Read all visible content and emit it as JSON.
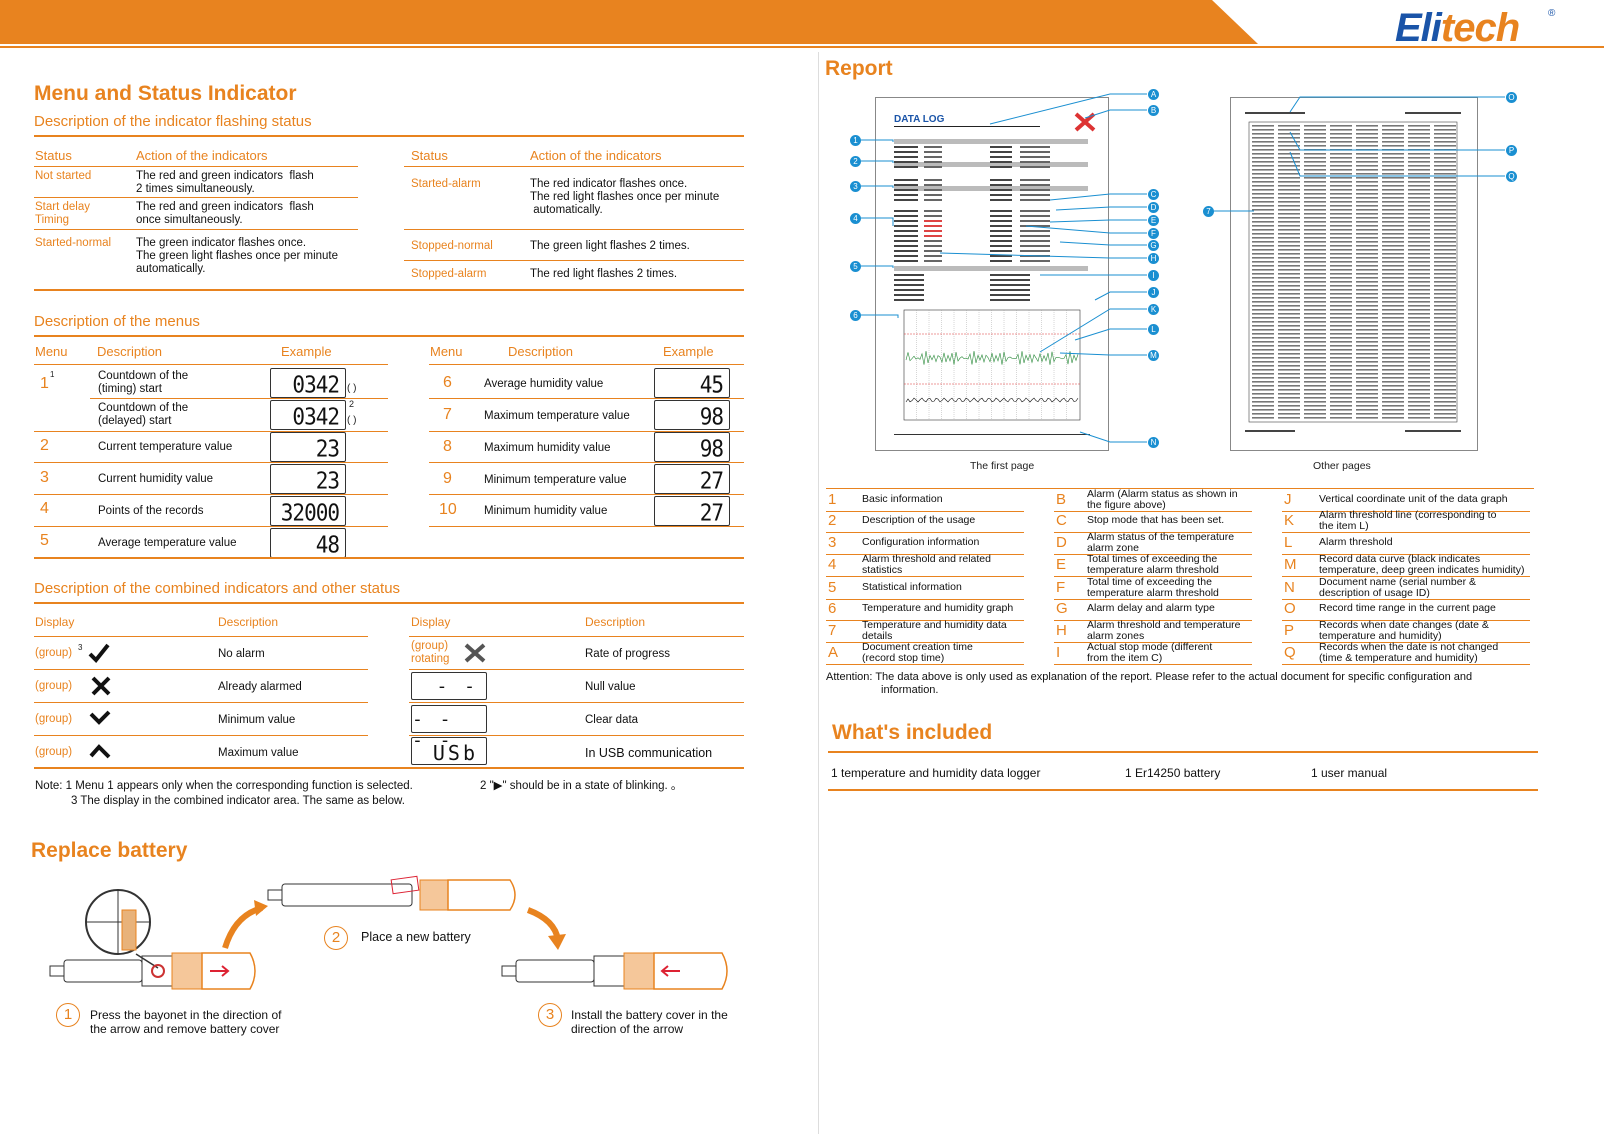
{
  "brand": {
    "logo_main": "Eli",
    "logo_accent": "tech",
    "reg": "®"
  },
  "menu_status": {
    "title": "Menu and Status Indicator",
    "subtitle": "Description of the indicator flashing status",
    "left_headers": [
      "Status",
      "Action of the indicators"
    ],
    "right_headers": [
      "Status",
      "Action of the indicators"
    ],
    "left_rows": [
      {
        "status": "Not started",
        "action": "The red and green indicators  flash\n2 times simultaneously."
      },
      {
        "status": "Start delay\nTiming",
        "action": "The red and green indicators  flash\nonce simultaneously."
      },
      {
        "status": "Started-normal",
        "action": "The green indicator flashes once.\nThe green light flashes once per minute\nautomatically."
      }
    ],
    "right_rows": [
      {
        "status": "Started-alarm",
        "action": "The red indicator flashes once.\nThe red light flashes once per minute\n automatically."
      },
      {
        "status": "Stopped-normal",
        "action": "The green light flashes 2 times."
      },
      {
        "status": "Stopped-alarm",
        "action": "The red light flashes 2 times."
      }
    ]
  },
  "menus": {
    "title": "Description of the menus",
    "headers": [
      "Menu",
      "Description",
      "Example"
    ],
    "left_rows": [
      {
        "menu": "1",
        "sup": "1",
        "desc": "Countdown of the\n(timing) start",
        "lcd": "0342",
        "suffix": "(      )"
      },
      {
        "menu": "",
        "sup": "",
        "desc": "Countdown of the\n(delayed) start",
        "lcd": "0342",
        "suffix": "(      )",
        "sup2": "2"
      },
      {
        "menu": "2",
        "sup": "",
        "desc": "Current temperature value",
        "lcd": "23"
      },
      {
        "menu": "3",
        "sup": "",
        "desc": "Current humidity value",
        "lcd": "23"
      },
      {
        "menu": "4",
        "sup": "",
        "desc": "Points of the records",
        "lcd": "32000"
      },
      {
        "menu": "5",
        "sup": "",
        "desc": "Average temperature value",
        "lcd": "48"
      }
    ],
    "right_rows": [
      {
        "menu": "6",
        "desc": "Average humidity value",
        "lcd": "45"
      },
      {
        "menu": "7",
        "desc": "Maximum temperature value",
        "lcd": "98"
      },
      {
        "menu": "8",
        "desc": "Maximum humidity value",
        "lcd": "98"
      },
      {
        "menu": "9",
        "desc": "Minimum temperature value",
        "lcd": "27"
      },
      {
        "menu": "10",
        "desc": "Minimum humidity value",
        "lcd": "27"
      }
    ]
  },
  "combined": {
    "title": "Description of the combined indicators and other status",
    "headers": [
      "Display",
      "Description",
      "Display",
      "Description"
    ],
    "left_rows": [
      {
        "display": "(group)",
        "sup": "3",
        "desc": "No alarm"
      },
      {
        "display": "(group)",
        "desc": "Already alarmed"
      },
      {
        "display": "(group)",
        "desc": "Minimum value"
      },
      {
        "display": "(group)",
        "desc": "Maximum value"
      }
    ],
    "right_rows": [
      {
        "display": "(group)\nrotating",
        "desc": "Rate of progress"
      },
      {
        "display": "- -",
        "desc": "Null value"
      },
      {
        "display": "- - - -",
        "desc": "Clear data"
      },
      {
        "display": "USb",
        "desc": "In USB communication"
      }
    ],
    "note1": "Note:  1  Menu 1 appears only when the corresponding function is selected.",
    "note2": "2 \"▶\"  should be in a state of blinking. 。",
    "note3": "3 The display in the combined indicator area. The same as below."
  },
  "battery": {
    "title": "Replace battery",
    "steps": [
      {
        "n": "1",
        "text": "Press the bayonet in the direction of\nthe arrow and remove battery cover"
      },
      {
        "n": "2",
        "text": "Place a new battery"
      },
      {
        "n": "3",
        "text": "Install the battery cover in the\ndirection of the arrow"
      }
    ]
  },
  "report": {
    "title": "Report",
    "first_page_label": "The first page",
    "other_pages_label": "Other pages",
    "doc_title": "DATA LOG",
    "left_callouts": [
      "1",
      "2",
      "3",
      "4",
      "5",
      "6"
    ],
    "right_callouts": [
      "A",
      "B",
      "C",
      "D",
      "E",
      "F",
      "G",
      "H",
      "I",
      "J",
      "K",
      "L",
      "M",
      "N"
    ],
    "other_callouts_right": [
      "O",
      "P",
      "Q"
    ],
    "other_callouts_left": [
      "7"
    ],
    "legend": [
      {
        "k": "1",
        "v": "Basic information"
      },
      {
        "k": "2",
        "v": "Description of the usage"
      },
      {
        "k": "3",
        "v": "Configuration information"
      },
      {
        "k": "4",
        "v": "Alarm threshold and related\nstatistics"
      },
      {
        "k": "5",
        "v": "Statistical information"
      },
      {
        "k": "6",
        "v": "Temperature and humidity graph"
      },
      {
        "k": "7",
        "v": "Temperature and humidity data\ndetails"
      },
      {
        "k": "A",
        "v": "Document creation time\n(record stop time)"
      },
      {
        "k": "B",
        "v": "Alarm (Alarm status as shown in\nthe figure above)"
      },
      {
        "k": "C",
        "v": "Stop mode that has been set."
      },
      {
        "k": "D",
        "v": "Alarm status of the temperature\nalarm zone"
      },
      {
        "k": "E",
        "v": "Total times of exceeding the\ntemperature alarm threshold"
      },
      {
        "k": "F",
        "v": "Total time of exceeding the\ntemperature alarm threshold"
      },
      {
        "k": "G",
        "v": "Alarm delay and alarm type"
      },
      {
        "k": "H",
        "v": "Alarm threshold and temperature\nalarm zones"
      },
      {
        "k": "I",
        "v": "Actual stop mode (different\nfrom the item C)"
      },
      {
        "k": "J",
        "v": "Vertical coordinate unit of the data graph"
      },
      {
        "k": "K",
        "v": "Alarm threshold line (corresponding to\nthe item L)"
      },
      {
        "k": "L",
        "v": "Alarm threshold"
      },
      {
        "k": "M",
        "v": "Record data curve (black indicates\ntemperature, deep green indicates humidity)"
      },
      {
        "k": "N",
        "v": "Document name (serial number &\ndescription of usage ID)"
      },
      {
        "k": "O",
        "v": "Record time range in the current page"
      },
      {
        "k": "P",
        "v": "Records when date changes (date &\ntemperature and humidity)"
      },
      {
        "k": "Q",
        "v": "Records when the date is not changed\n(time & temperature and humidity)"
      }
    ],
    "attention": "Attention: The data above is only used as explanation of the report. Please refer to the actual document for specific configuration and\n                  information."
  },
  "included": {
    "title": "What's included",
    "items": [
      "1 temperature and humidity data logger",
      "1  Er14250 battery",
      "1 user manual"
    ]
  },
  "colors": {
    "accent": "#e8831f",
    "brand_blue": "#1a54a8",
    "callout_blue": "#1a8fd1"
  }
}
